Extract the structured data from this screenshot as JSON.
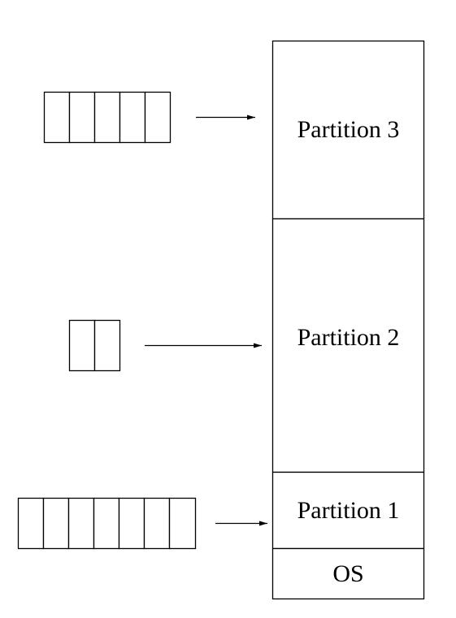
{
  "memory": {
    "partitions": [
      {
        "label": "Partition 3"
      },
      {
        "label": "Partition 2"
      },
      {
        "label": "Partition 1"
      },
      {
        "label": "OS"
      }
    ]
  },
  "queues": [
    {
      "slots": 5,
      "target": "Partition 3"
    },
    {
      "slots": 2,
      "target": "Partition 2"
    },
    {
      "slots": 7,
      "target": "Partition 1"
    }
  ],
  "colors": {
    "stroke": "#000000",
    "background": "#ffffff"
  }
}
